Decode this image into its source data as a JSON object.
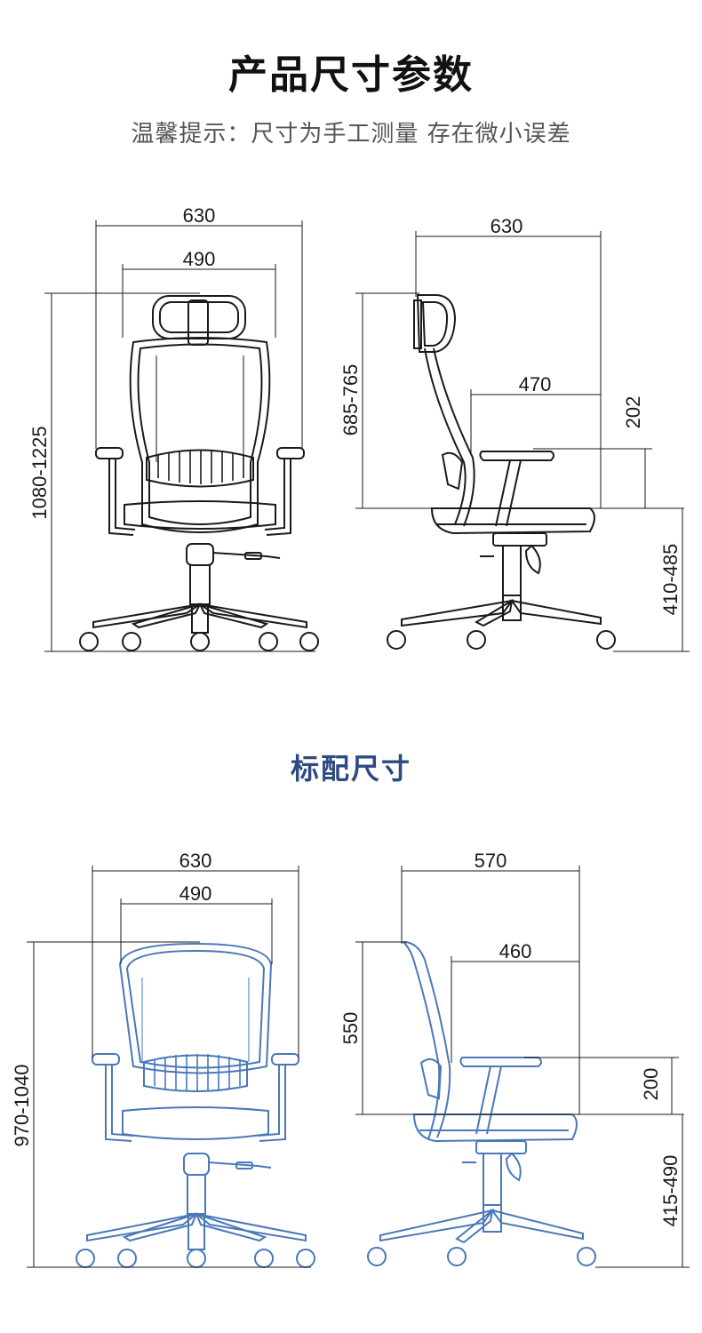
{
  "header": {
    "title": "产品尺寸参数",
    "subtitle": "温馨提示：尺寸为手工测量 存在微小误差"
  },
  "highback": {
    "front": {
      "overall_width": "630",
      "inner_width": "490",
      "height": "1080-1225"
    },
    "side": {
      "depth": "630",
      "seat_depth": "470",
      "back_height": "685-765",
      "arm_height": "202",
      "seat_height": "410-485"
    }
  },
  "standard": {
    "section_title": "标配尺寸",
    "front": {
      "overall_width": "630",
      "inner_width": "490",
      "height": "970-1040"
    },
    "side": {
      "depth": "570",
      "seat_depth": "460",
      "back_height": "550",
      "arm_height": "200",
      "seat_height": "415-490"
    }
  },
  "colors": {
    "line_dark": "#1a1a1a",
    "line_blue": "#4a78b8",
    "accent": "#2e4a80"
  }
}
